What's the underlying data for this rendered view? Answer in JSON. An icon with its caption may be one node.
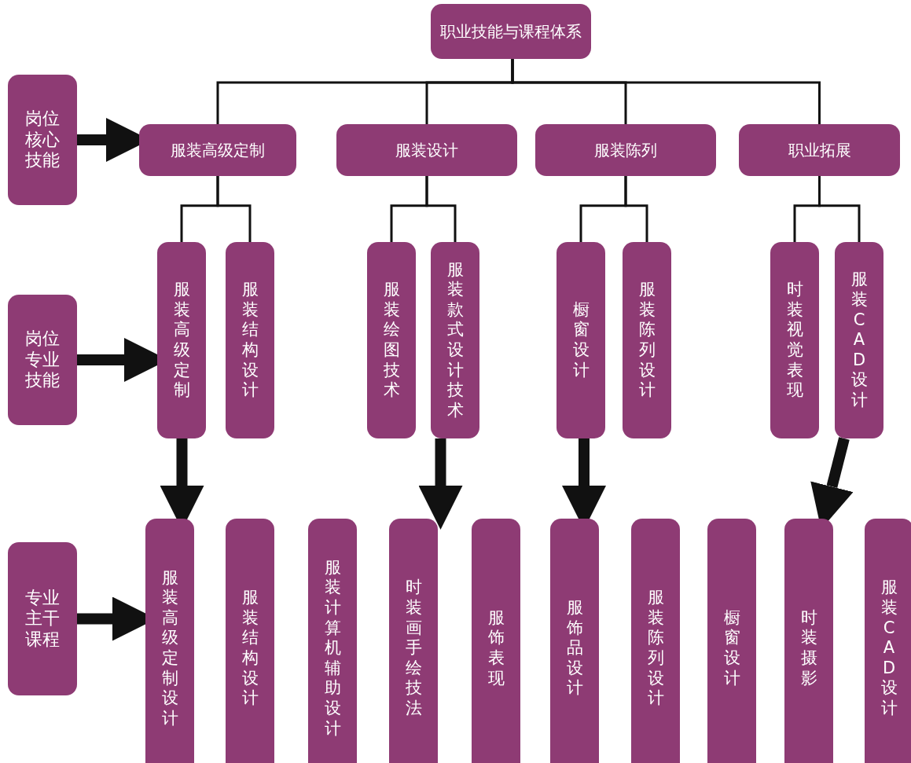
{
  "diagram": {
    "nodes": [
      {
        "text": [
          "职业技能与课程体系"
        ]
      },
      {
        "text": [
          "岗位核心技能"
        ]
      },
      {
        "text": [
          "服装高级定制"
        ]
      },
      {
        "text": [
          "服装设计"
        ]
      },
      {
        "text": [
          "服装陈列"
        ]
      },
      {
        "text": [
          "职业拓展"
        ]
      },
      {
        "text": [
          "岗位专业技能"
        ]
      },
      {
        "text": [
          "服装高级定制"
        ]
      },
      {
        "text": [
          "服装结构设计"
        ]
      },
      {
        "text": [
          "服装绘图技术"
        ]
      },
      {
        "text": [
          "服装款式设计技术"
        ]
      },
      {
        "text": [
          "橱窗设计"
        ]
      },
      {
        "text": [
          "服装陈列设计"
        ]
      },
      {
        "text": [
          "时装视觉表现"
        ]
      },
      {
        "text": [
          "服装CAD设计"
        ]
      },
      {
        "text": [
          "专业主干课程"
        ]
      },
      {
        "text": [
          "服装高级定制设计"
        ]
      },
      {
        "text": [
          "服装结构设计"
        ]
      },
      {
        "text": [
          "服装计算机辅助设计"
        ]
      },
      {
        "text": [
          "时装画手绘技法"
        ]
      },
      {
        "text": [
          "服饰表现"
        ]
      },
      {
        "text": [
          "服饰品设计"
        ]
      },
      {
        "text": [
          "服装陈列设计"
        ]
      },
      {
        "text": [
          "橱窗设计"
        ]
      },
      {
        "text": [
          "时装摄影"
        ]
      },
      {
        "text": [
          "服装CAD设计"
        ]
      }
    ],
    "edges": [
      {
        "from": 0,
        "to": 2,
        "arrow": "none"
      },
      {
        "from": 0,
        "to": 3,
        "arrow": "none"
      },
      {
        "from": 0,
        "to": 4,
        "arrow": "none"
      },
      {
        "from": 0,
        "to": 5,
        "arrow": "none"
      },
      {
        "from": 1,
        "to": 2,
        "arrow": "to",
        "style": "thick"
      },
      {
        "from": 2,
        "to": 7,
        "arrow": "none"
      },
      {
        "from": 2,
        "to": 8,
        "arrow": "none"
      },
      {
        "from": 3,
        "to": 9,
        "arrow": "none"
      },
      {
        "from": 3,
        "to": 10,
        "arrow": "none"
      },
      {
        "from": 4,
        "to": 11,
        "arrow": "none"
      },
      {
        "from": 4,
        "to": 12,
        "arrow": "none"
      },
      {
        "from": 5,
        "to": 13,
        "arrow": "none"
      },
      {
        "from": 5,
        "to": 14,
        "arrow": "none"
      },
      {
        "from": 6,
        "to": 7,
        "arrow": "to",
        "style": "thick"
      },
      {
        "from": 7,
        "to": 16,
        "arrow": "to",
        "style": "thick"
      },
      {
        "from": 10,
        "to": 19,
        "arrow": "to",
        "style": "thick"
      },
      {
        "from": 11,
        "to": 21,
        "arrow": "to",
        "style": "thick"
      },
      {
        "from": 14,
        "to": 24,
        "arrow": "to",
        "style": "thick"
      },
      {
        "from": 15,
        "to": 16,
        "arrow": "to",
        "style": "thick"
      }
    ]
  }
}
